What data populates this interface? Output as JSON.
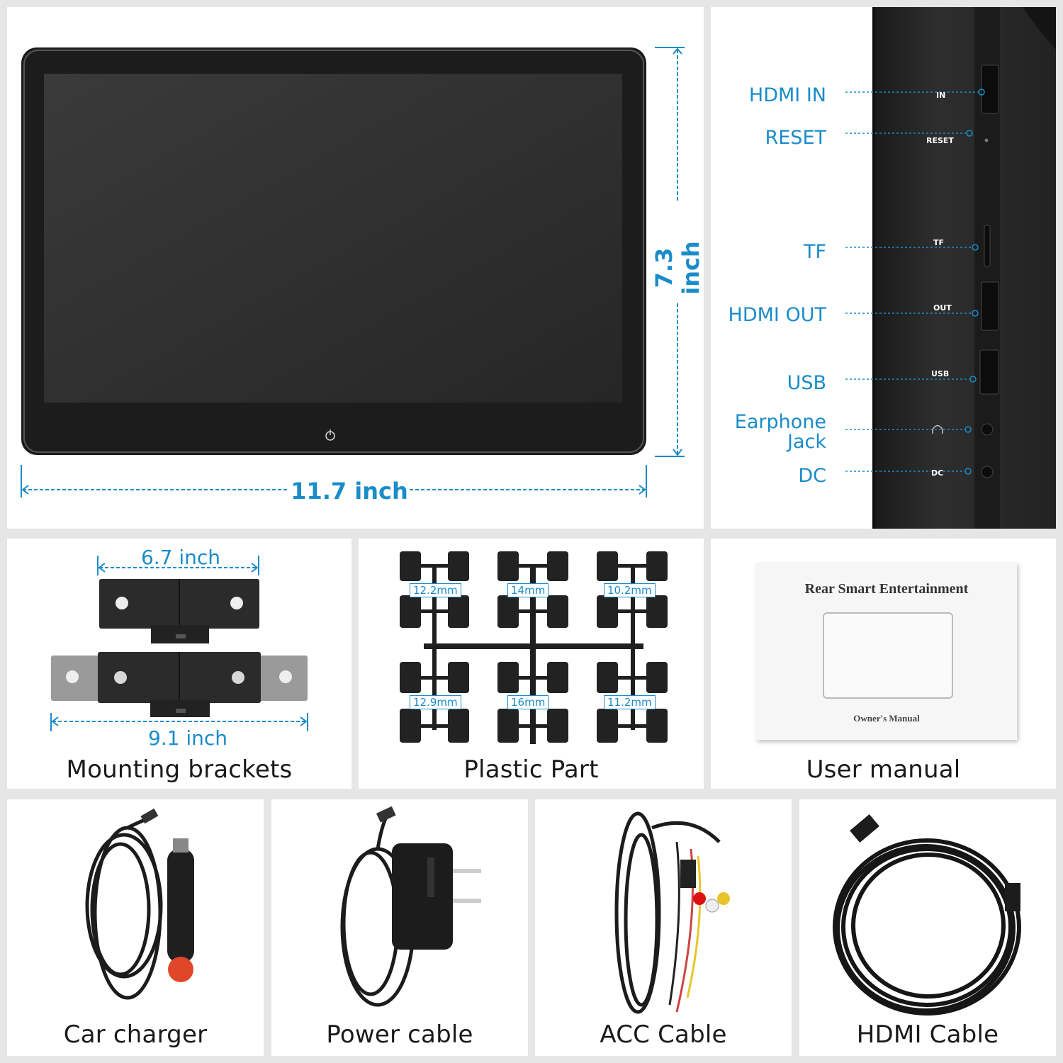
{
  "monitor": {
    "width_label": "11.7 inch",
    "height_label": "7.3 inch"
  },
  "ports": {
    "labels": [
      "HDMI IN",
      "RESET",
      "TF",
      "HDMI OUT",
      "USB",
      "Earphone Jack",
      "DC"
    ],
    "silkscreen": [
      "IN",
      "RESET",
      "TF",
      "OUT",
      "USB",
      "DC"
    ]
  },
  "brackets": {
    "top_width": "6.7 inch",
    "bottom_width": "9.1 inch",
    "caption": "Mounting brackets"
  },
  "plastic": {
    "sizes": [
      "12.2mm",
      "14mm",
      "10.2mm",
      "12.9mm",
      "16mm",
      "11.2mm"
    ],
    "caption": "Plastic Part"
  },
  "manual": {
    "title": "Rear Smart Entertainment",
    "subtitle": "Owner's Manual",
    "caption": "User manual"
  },
  "accessories": [
    "Car charger",
    "Power cable",
    "ACC Cable",
    "HDMI Cable"
  ],
  "colors": {
    "accent": "#1a8cc9",
    "device": "#2a2a2a",
    "background": "#e6e6e6"
  }
}
